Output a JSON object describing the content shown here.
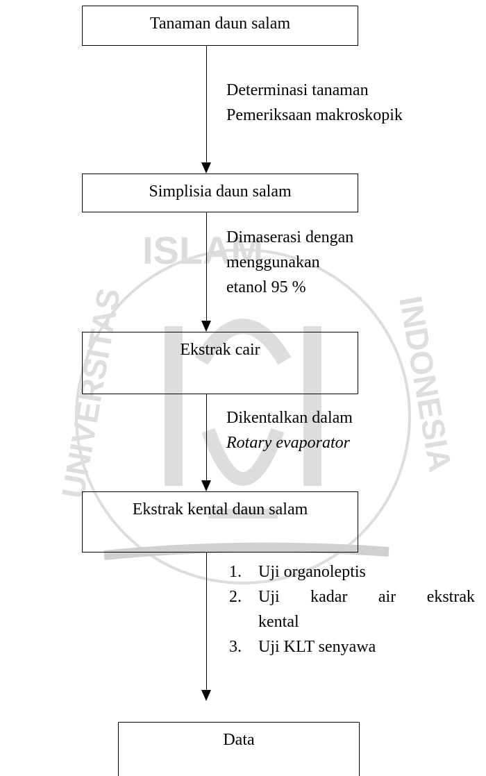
{
  "nodes": [
    {
      "id": "tanaman",
      "label": "Tanaman daun salam"
    },
    {
      "id": "simplisia",
      "label": "Simplisia daun salam"
    },
    {
      "id": "ekstrak-cair",
      "label": "Ekstrak cair"
    },
    {
      "id": "ekstrak-kental",
      "label": "Ekstrak kental daun salam"
    },
    {
      "id": "data",
      "label": "Data"
    }
  ],
  "edges": [
    {
      "from": "tanaman",
      "to": "simplisia",
      "notes": [
        "Determinasi tanaman",
        "Pemeriksaan makroskopik"
      ]
    },
    {
      "from": "simplisia",
      "to": "ekstrak-cair",
      "notes": [
        "Dimaserasi dengan",
        "menggunakan",
        "etanol 95 %"
      ]
    },
    {
      "from": "ekstrak-cair",
      "to": "ekstrak-kental",
      "notes": [
        "Dikentalkan dalam",
        "Rotary evaporator"
      ]
    },
    {
      "from": "ekstrak-kental",
      "to": "data",
      "list": [
        {
          "num": "1.",
          "text": "Uji organoleptis"
        },
        {
          "num": "2.",
          "words": [
            "Uji",
            "kadar",
            "air",
            "ekstrak"
          ],
          "continuation": "kental"
        },
        {
          "num": "3.",
          "text": "Uji KLT senyawa"
        }
      ]
    }
  ],
  "watermark": {
    "text": "ISLAM",
    "color": "#d9d9d9"
  }
}
